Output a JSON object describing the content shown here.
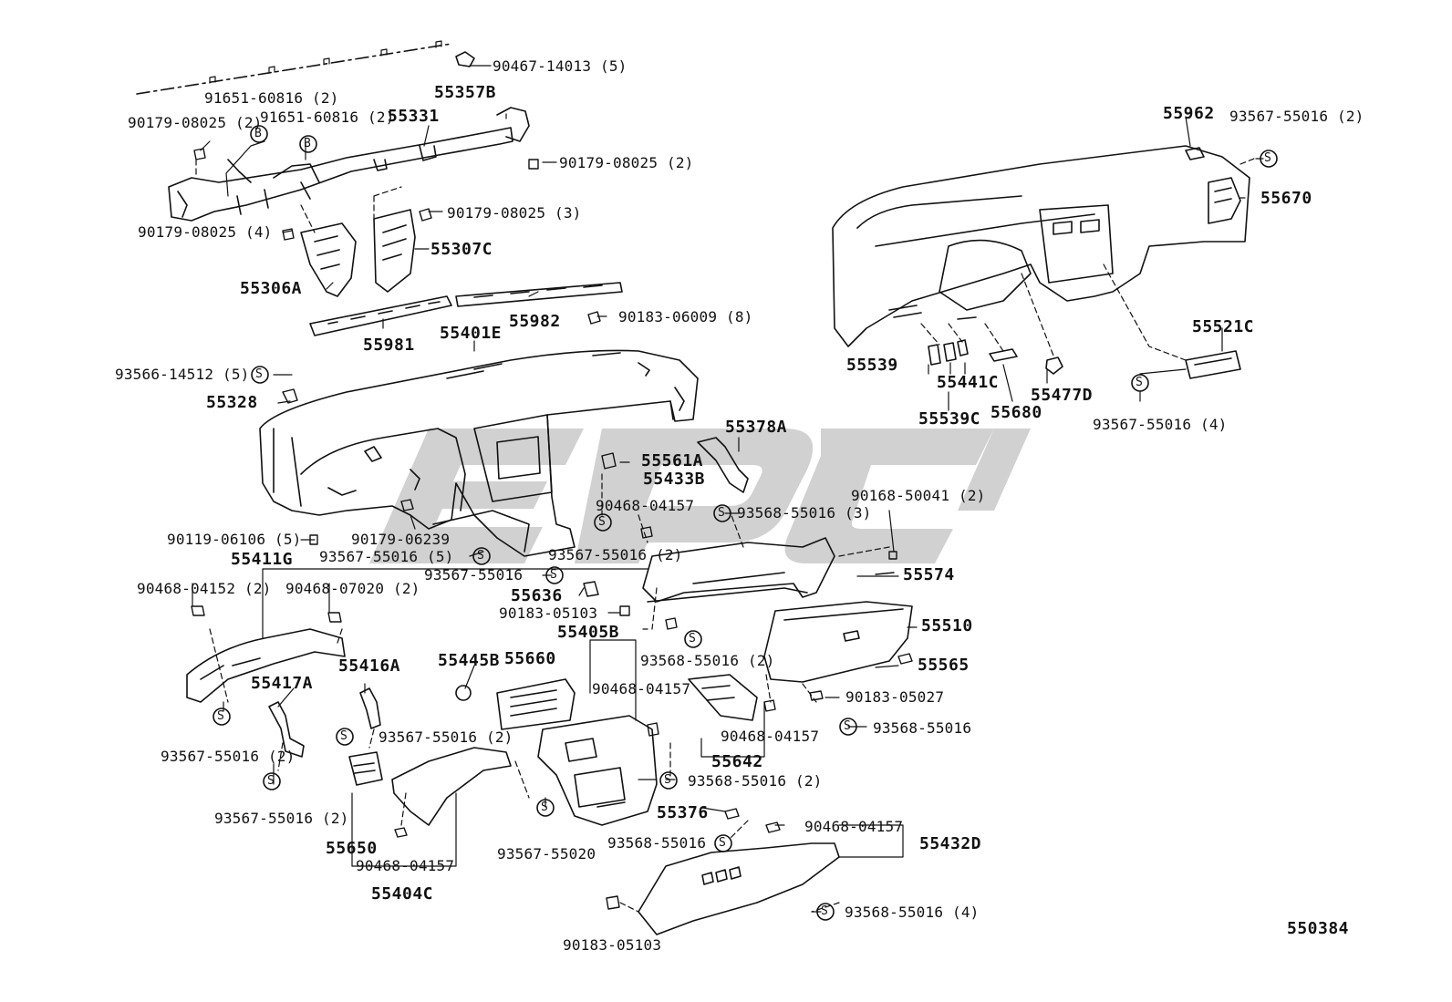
{
  "diagram": {
    "drawing_number": "550384",
    "watermark": "EPC",
    "part_labels": [
      "90467-14013 (5)",
      "91651-60816 (2)",
      "55357B",
      "90179-08025 (2)",
      "91651-60816 (2)",
      "55331",
      "90179-08025 (2)",
      "90179-08025 (3)",
      "90179-08025 (4)",
      "55307C",
      "55306A",
      "55982",
      "90183-06009 (8)",
      "55981",
      "55401E",
      "93566-14512 (5)",
      "55328",
      "55561A",
      "55378A",
      "55433B",
      "90468-04157",
      "93568-55016 (3)",
      "90168-50041 (2)",
      "90119-06106 (5)",
      "90179-06239",
      "93567-55016 (5)",
      "93567-55016 (2)",
      "93567-55016",
      "55574",
      "55411G",
      "90468-04152 (2)",
      "90468-07020 (2)",
      "55636",
      "90183-05103",
      "55510",
      "55405B",
      "55445B",
      "55660",
      "93568-55016 (2)",
      "55565",
      "90468-04157",
      "90183-05027",
      "55416A",
      "55417A",
      "93568-55016",
      "90468-04157",
      "93567-55016 (2)",
      "55642",
      "93567-55016 (2)",
      "93568-55016 (2)",
      "55376",
      "93567-55016 (2)",
      "90468-04157",
      "55432D",
      "55650",
      "90468-04157",
      "93568-55016",
      "93567-55020",
      "55404C",
      "93568-55016 (4)",
      "90183-05103",
      "55962",
      "93567-55016 (2)",
      "55670",
      "55521C",
      "55539",
      "55441C",
      "55477D",
      "55539C",
      "55680",
      "93567-55016 (4)"
    ],
    "symbols": {
      "bolt": "B",
      "screw": "S"
    }
  }
}
